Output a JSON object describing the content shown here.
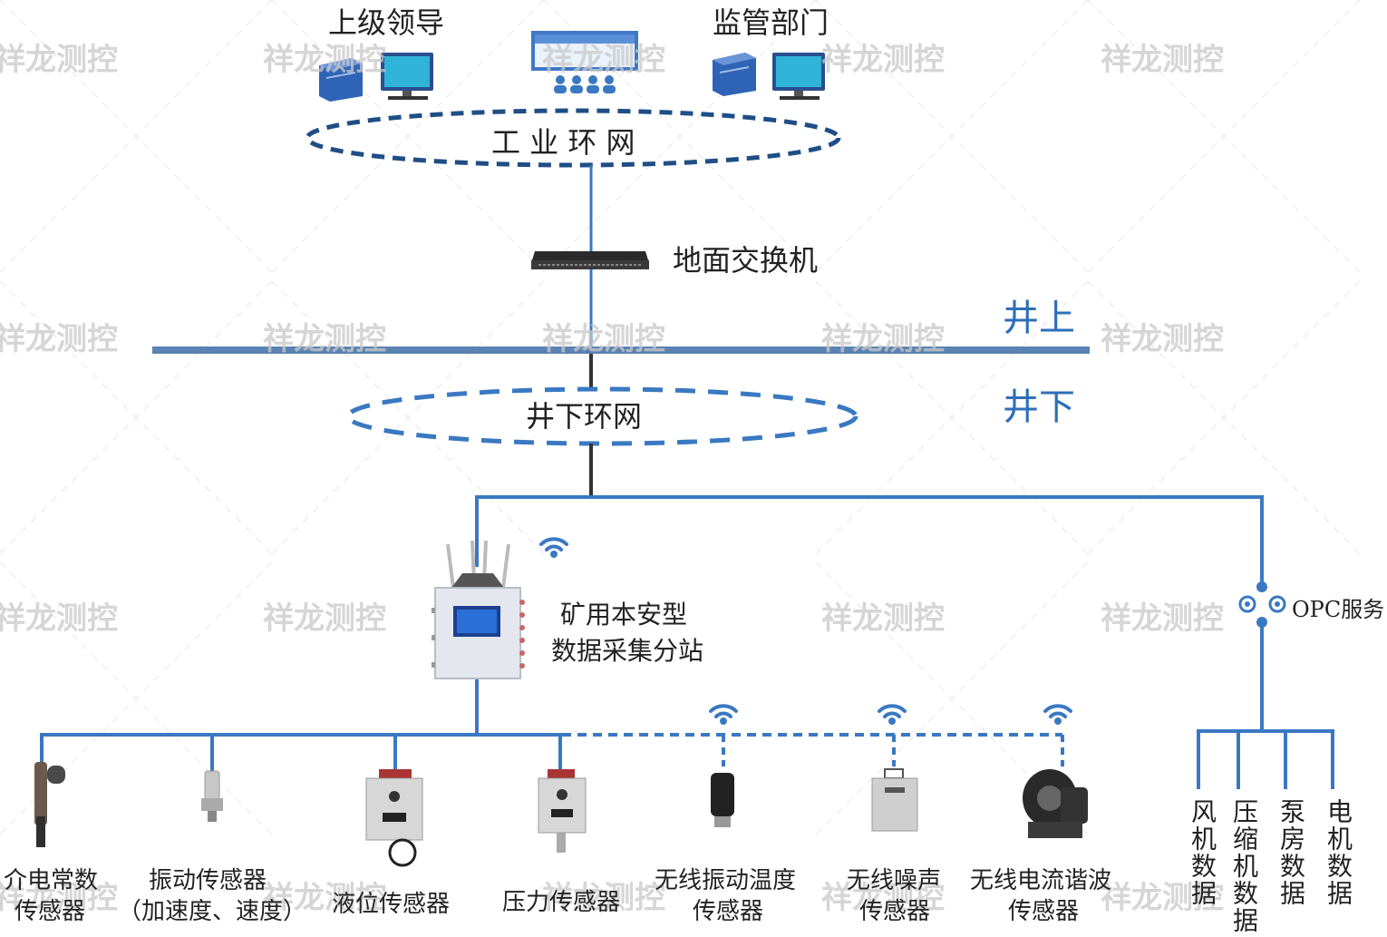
{
  "top": {
    "leader_label": "上级领导",
    "supervision_label": "监管部门",
    "ring_label": "工 业 环 网",
    "switch_label": "地面交换机"
  },
  "zones": {
    "above": "井上",
    "below": "井下"
  },
  "underground_ring_label": "井下环网",
  "station": {
    "line1": "矿用本安型",
    "line2": "数据采集分站"
  },
  "opc_label": "OPC服务",
  "sensors": [
    {
      "line1": "介电常数",
      "line2": "传感器"
    },
    {
      "line1": "振动传感器",
      "line2": "（加速度、速度）"
    },
    {
      "line1": "液位传感器",
      "line2": ""
    },
    {
      "line1": "压力传感器",
      "line2": ""
    },
    {
      "line1": "无线振动温度",
      "line2": "传感器"
    },
    {
      "line1": "无线噪声",
      "line2": "传感器"
    },
    {
      "line1": "无线电流谐波",
      "line2": "传感器"
    }
  ],
  "opc_items": [
    "风机数据",
    "压缩机数据",
    "泵房数据",
    "电机数据"
  ],
  "watermark": "祥龙测控",
  "colors": {
    "line": "#3a78c2",
    "dark_line": "#333333",
    "zone_text": "#2d6fb8"
  }
}
